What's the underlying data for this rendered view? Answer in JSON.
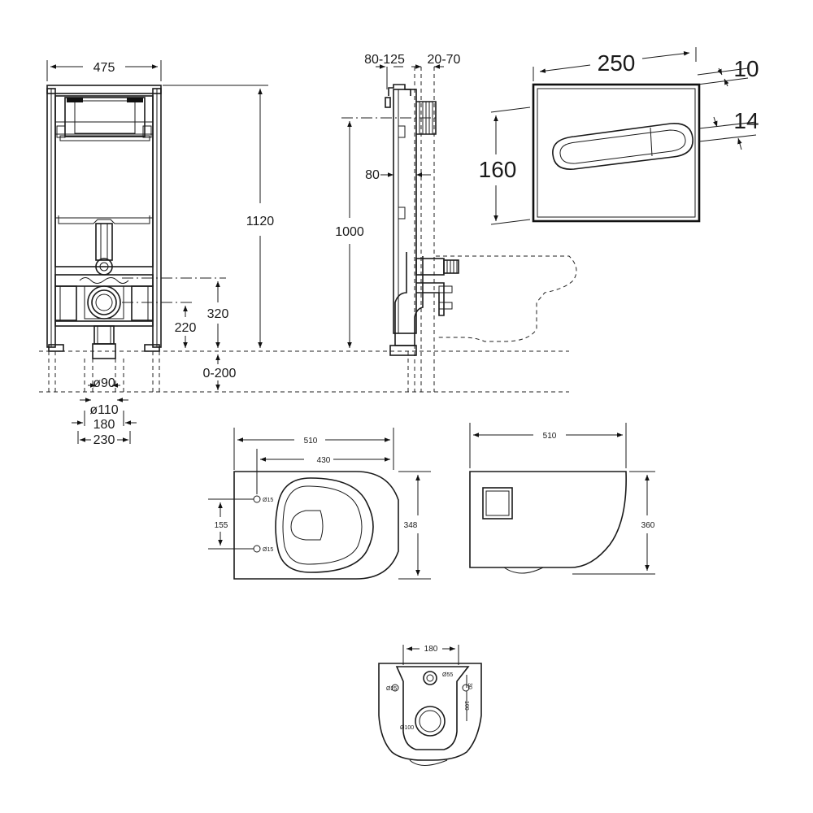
{
  "frame_front": {
    "width": "475",
    "height": "1120",
    "h_outlet": "320",
    "h_inlet": "220",
    "adjust": "0-200",
    "d90": "ø90",
    "d110": "ø110",
    "w180": "180",
    "w230": "230"
  },
  "frame_side": {
    "depth_range": "80-125",
    "wall_range": "20-70",
    "offset": "80",
    "height": "1000"
  },
  "flush_plate": {
    "width": "250",
    "height": "160",
    "thickness": "10",
    "depth": "14"
  },
  "bowl_top": {
    "length": "510",
    "inner_length": "430",
    "width": "348",
    "hole_spacing": "155",
    "hole1": "Ø15",
    "hole2": "Ø15"
  },
  "bowl_side": {
    "length": "510",
    "height": "360"
  },
  "bowl_back": {
    "width": "180",
    "d55": "Ø55",
    "d25": "Ø25",
    "d100": "Ø100",
    "v30": "30",
    "v100": "100"
  }
}
